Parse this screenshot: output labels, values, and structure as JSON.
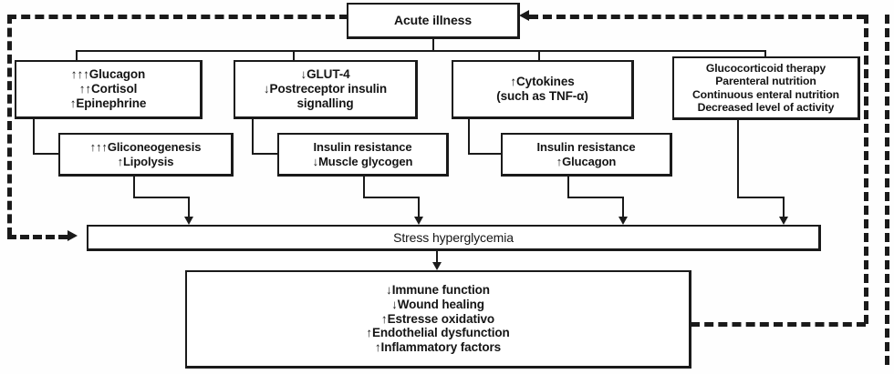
{
  "diagram": {
    "title": "Stress hyperglycemia pathophysiology flowchart",
    "colors": {
      "stroke": "#1a1a1a",
      "text": "#141414",
      "background": "#ffffff"
    },
    "nodes": {
      "acute_illness": {
        "label": "Acute illness"
      },
      "hormones": {
        "line1": "↑↑↑Glucagon",
        "line2": "↑↑Cortisol",
        "line3": "↑Epinephrine"
      },
      "glut4": {
        "line1": "↓GLUT-4",
        "line2": "↓Postreceptor insulin",
        "line3": "signalling"
      },
      "cytokines": {
        "line1": "↑Cytokines",
        "line2": "(such as TNF-α)"
      },
      "iatrogenic": {
        "line1": "Glucocorticoid therapy",
        "line2": "Parenteral nutrition",
        "line3": "Continuous enteral nutrition",
        "line4": "Decreased level of activity"
      },
      "gluconeogenesis": {
        "line1": "↑↑↑Gliconeogenesis",
        "line2": "↑Lipolysis"
      },
      "insulin_resistance_muscle": {
        "line1": "Insulin resistance",
        "line2": "↓Muscle glycogen"
      },
      "insulin_resistance_glucagon": {
        "line1": "Insulin resistance",
        "line2": "↑Glucagon"
      },
      "stress_hyperglycemia": {
        "label": "Stress hyperglycemia"
      },
      "outcomes": {
        "line1": "↓Immune function",
        "line2": "↓Wound healing",
        "line3": "↑Estresse oxidativo",
        "line4": "↑Endothelial dysfunction",
        "line5": "↑Inflammatory factors"
      }
    }
  }
}
